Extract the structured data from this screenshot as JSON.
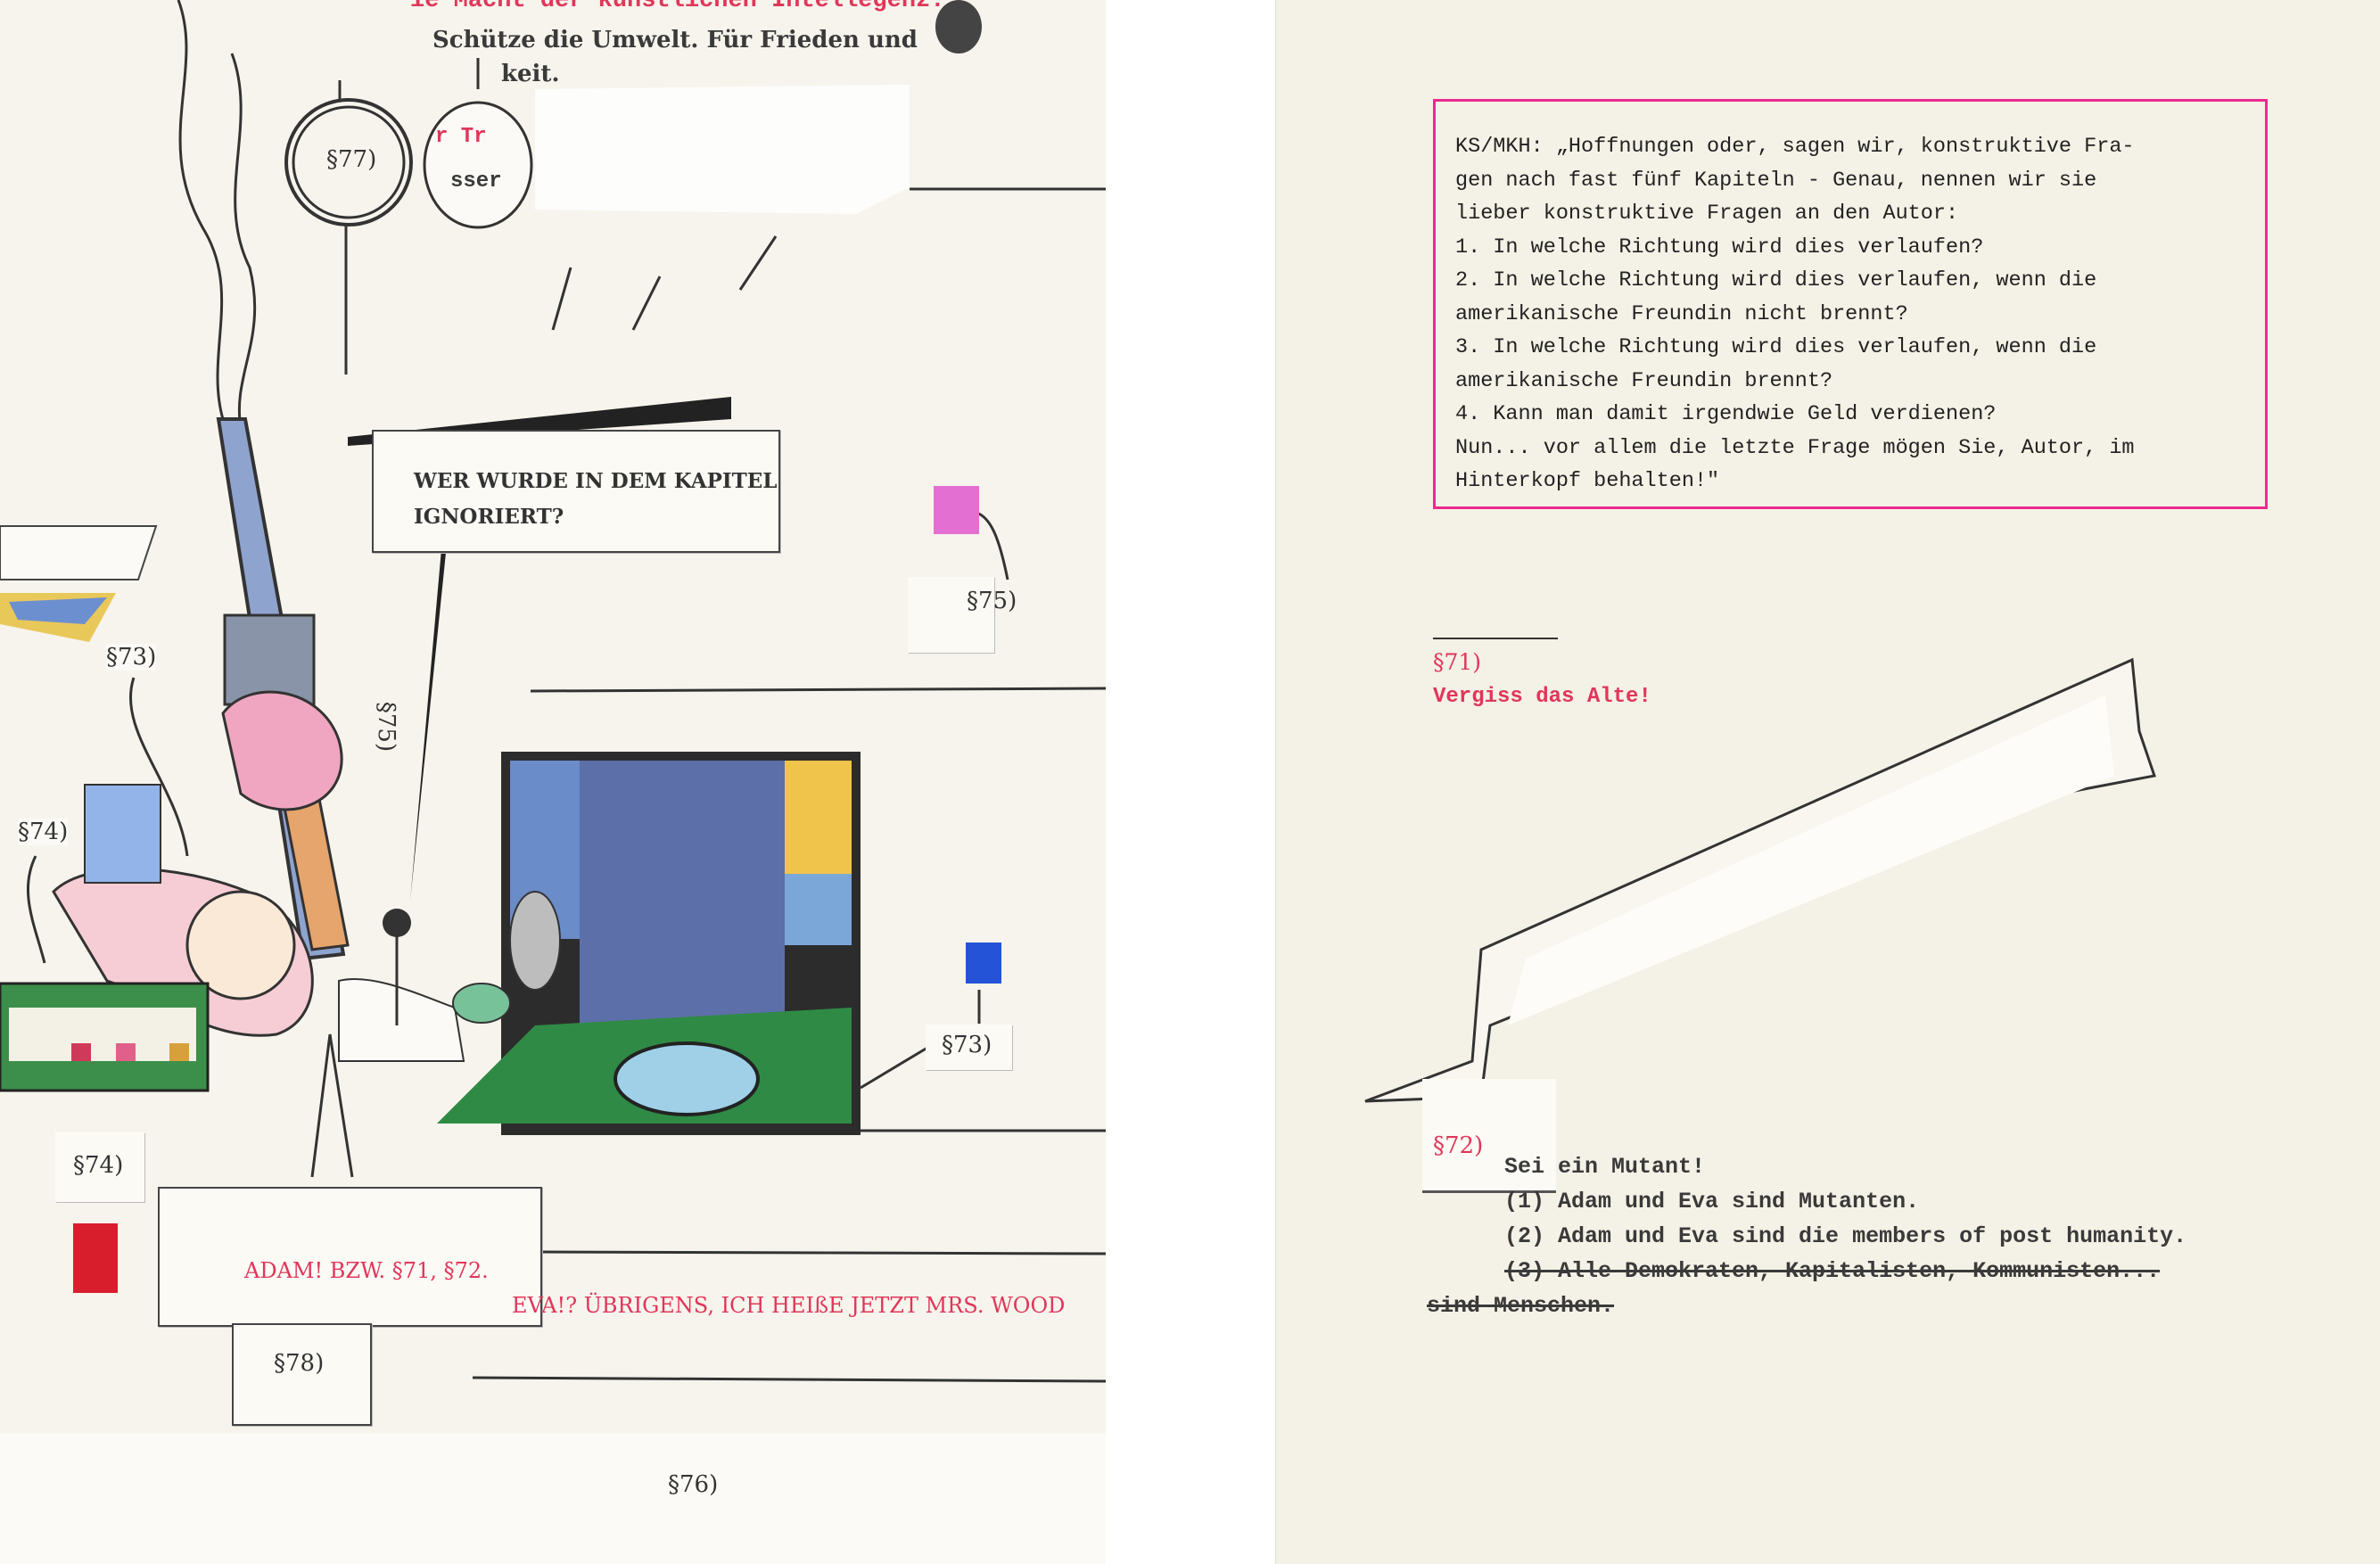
{
  "left_page": {
    "top_red_line": "ie Macht der künstlichen Intellegenz.",
    "top_line_1": "Schütze die Umwelt. Für Frieden und",
    "top_line_2": "keit.",
    "circle_label_77": "§77)",
    "circle_fragment_red": "r Tr",
    "circle_fragment_black": "sser",
    "speech_bubble": [
      "WER WURDE IN DEM KAPITEL",
      "IGNORIERT?"
    ],
    "label_75": "§75)",
    "label_75_rotated": "§75)",
    "label_73_left": "§73)",
    "label_74_left": "§74)",
    "label_73_right": "§73)",
    "label_74_bottom": "§74)",
    "adam_note": "ADAM! BZW. §71, §72.",
    "eva_note": "EVA!? ÜBRIGENS, ICH HEIßE JETZT MRS. WOOD",
    "label_78": "§78)",
    "page_label_76": "§76)"
  },
  "right_page": {
    "quote_lines": [
      "KS/MKH: „Hoffnungen oder, sagen wir, konstruktive Fra-",
      "gen nach fast fünf Kapiteln - Genau, nennen wir sie",
      "lieber konstruktive Fragen an den Autor:",
      "1. In welche Richtung wird dies verlaufen?",
      "2. In welche Richtung wird dies verlaufen, wenn die",
      "amerikanische Freundin nicht brennt?",
      "3. In welche Richtung wird dies verlaufen, wenn die",
      "amerikanische Freundin brennt?",
      "4. Kann man damit irgendwie Geld verdienen?",
      "Nun... vor allem die letzte Frage mögen Sie, Autor, im",
      "Hinterkopf behalten!\""
    ],
    "section_71": {
      "label": "§71)",
      "text": "Vergiss das Alte!"
    },
    "section_72": {
      "label": "§72)",
      "title": "Sei ein Mutant!",
      "item_1": "(1) Adam und Eva sind Mutanten.",
      "item_2": "(2) Adam und Eva sind die members of post humanity.",
      "item_3_struck": "(3) Alle Demokraten, Kapitalisten, Kommunisten...",
      "item_3_cont_struck": "sind Menschen."
    }
  },
  "colors": {
    "accent_pink": "#ec2a8f",
    "typed_red": "#e0365a",
    "ink": "#333333"
  }
}
